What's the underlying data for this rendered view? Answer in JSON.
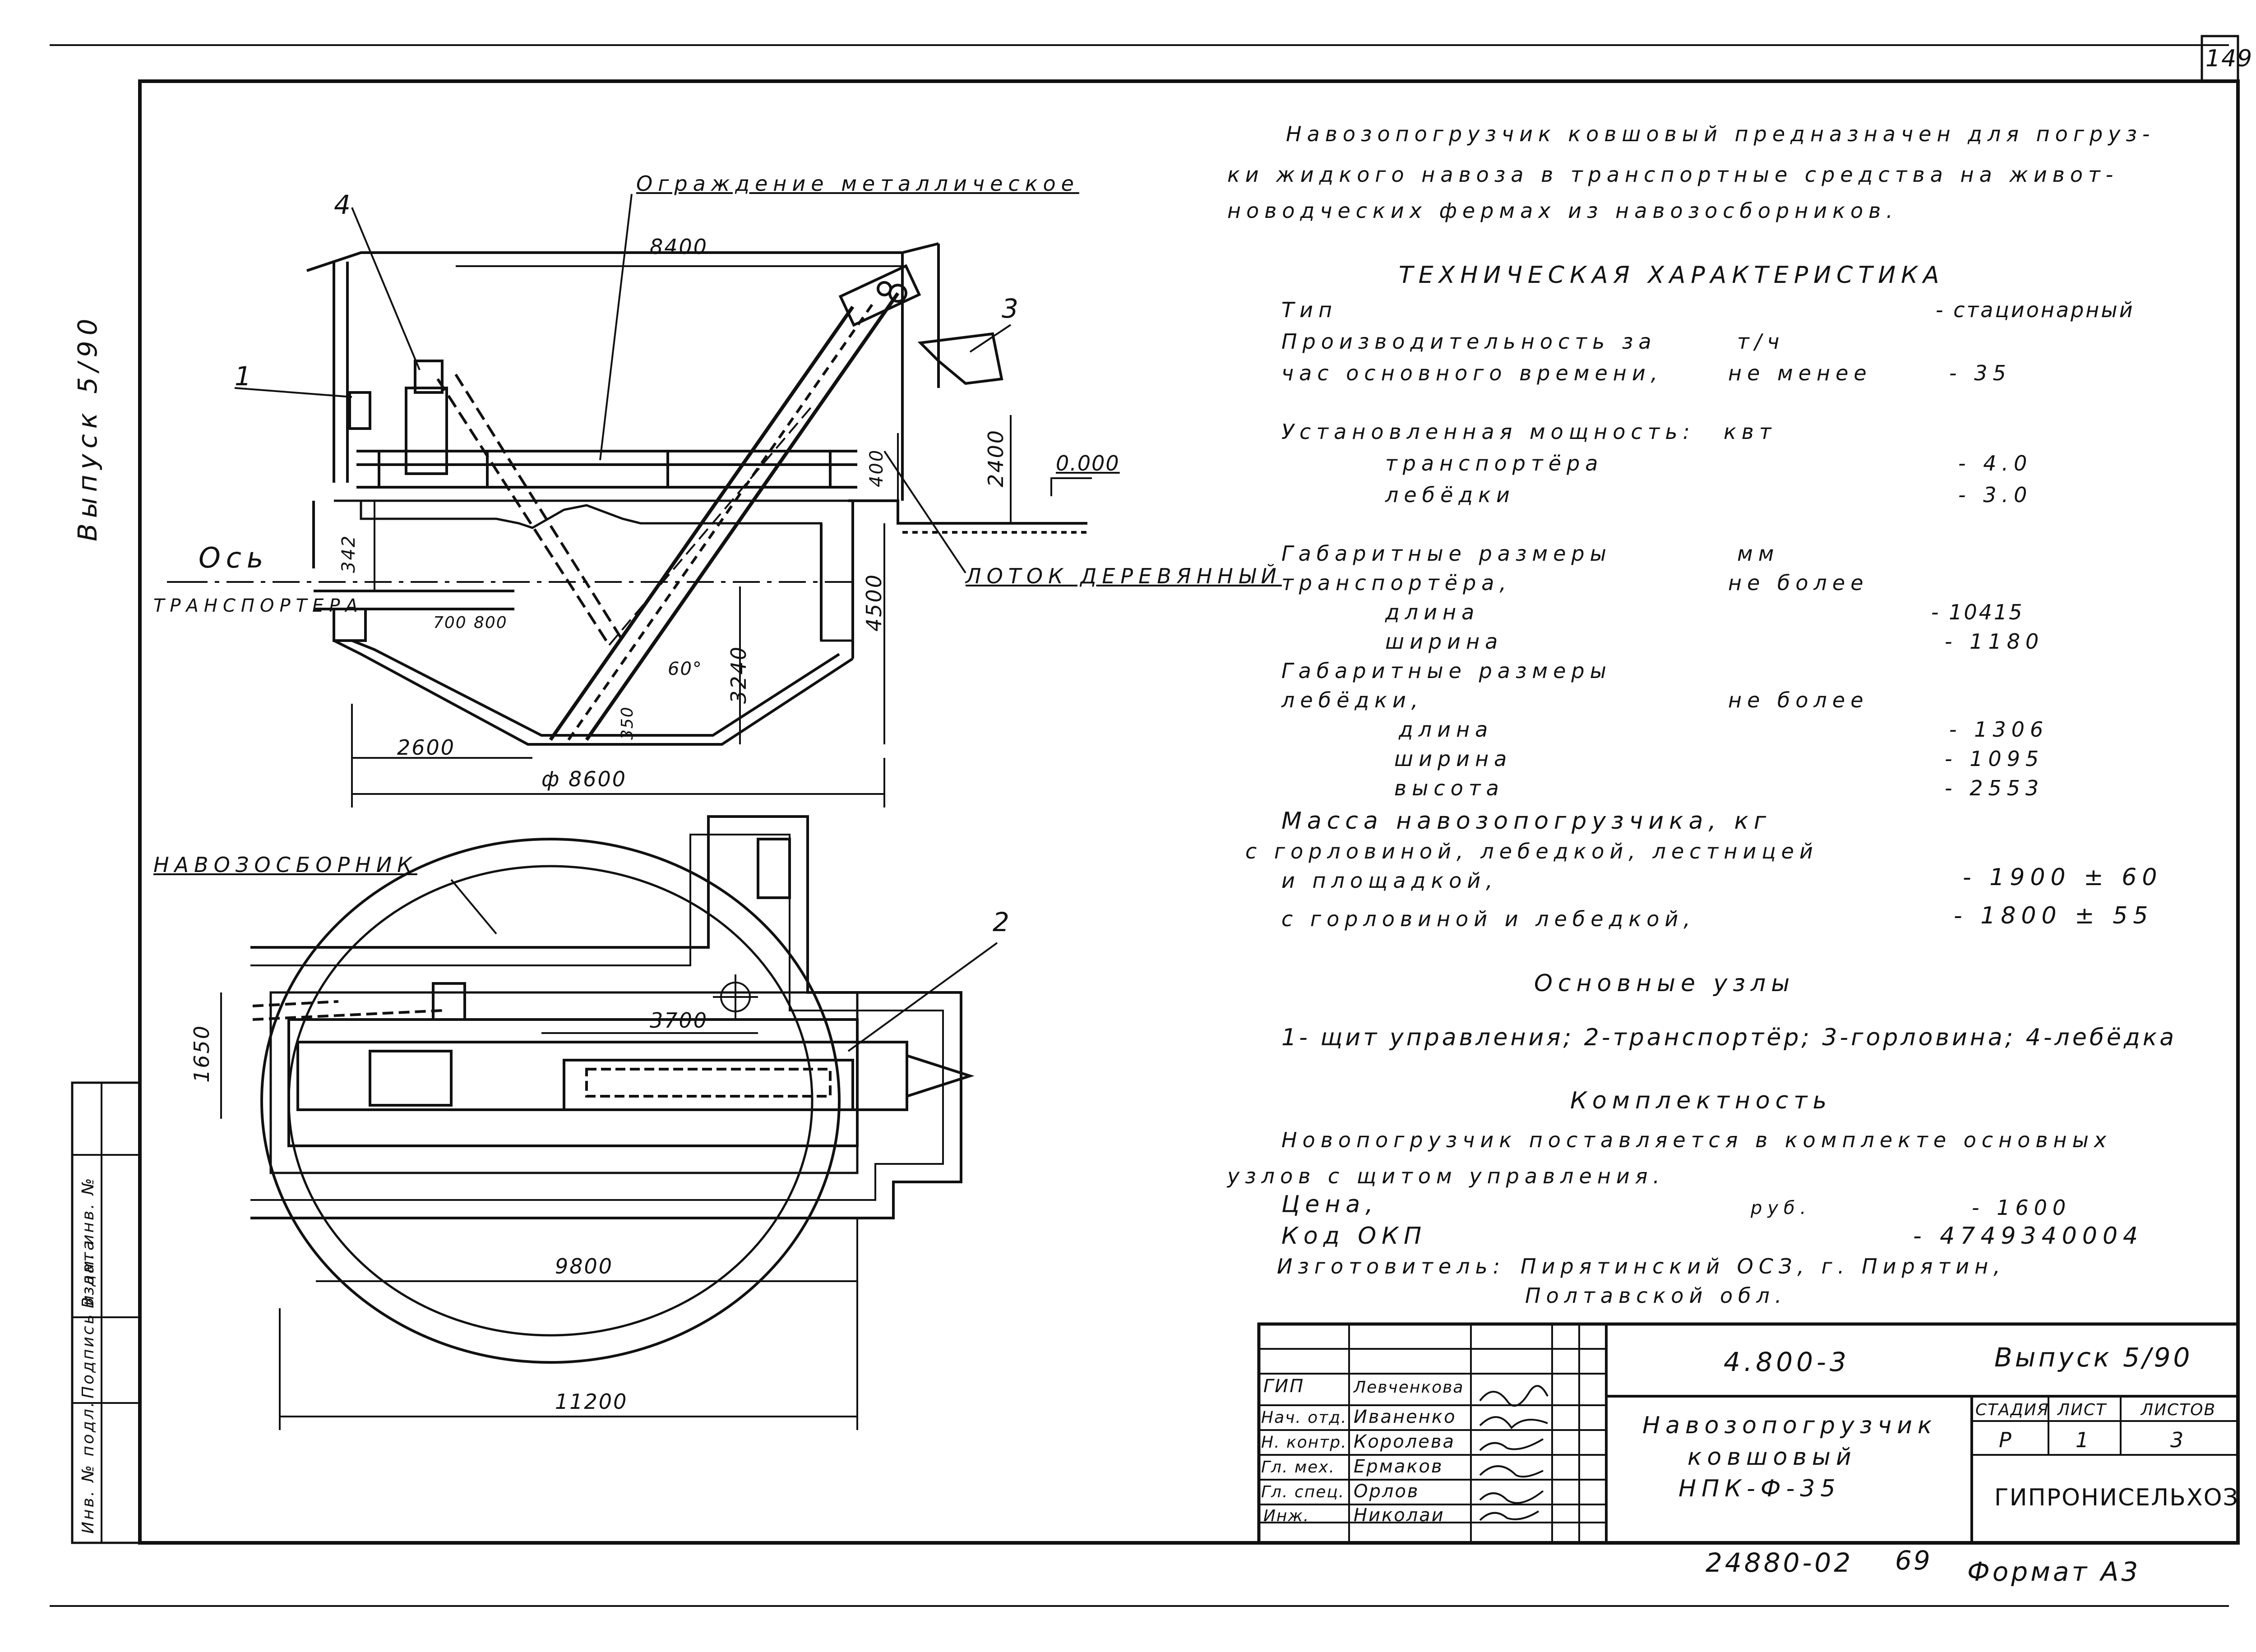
{
  "sheet_number": "149",
  "side_issue_label": "Выпуск 5/90",
  "left_stamp": {
    "cells": [
      "Инв. № подл.",
      "Подпись и дата",
      "Взам. инв. №"
    ]
  },
  "drawing_labels": {
    "fence": "Ограждение металлическое",
    "axis": "Ось",
    "conveyor": "транспортера",
    "chute": "Лоток деревянный",
    "tank": "Навозосборник",
    "zero_mark": "0.000",
    "callouts": [
      "1",
      "2",
      "3",
      "4"
    ],
    "dims_top": [
      "8400",
      "2400",
      "400",
      "342",
      "4500",
      "700",
      "800",
      "3240",
      "60°",
      "350",
      "2600",
      "ф 8600"
    ],
    "dims_plan": [
      "3700",
      "1650",
      "9800",
      "11200"
    ]
  },
  "description": {
    "intro": [
      "Навозопогрузчик ковшовый предназначен для погруз-",
      "ки жидкого навоза в транспортные средства на живот-",
      "новодческих фермах из навозосборников."
    ],
    "tech_title": "Техническая характеристика",
    "rows": [
      {
        "label": "Тип",
        "unit": "",
        "value": "- стационарный"
      },
      {
        "label": "Производительность за",
        "unit": "т/ч",
        "value": ""
      },
      {
        "label": "час основного времени,",
        "unit": "не менее",
        "value": "- 35"
      },
      {
        "label": "Установленная мощность:",
        "unit": "квт",
        "value": ""
      },
      {
        "label": "транспортёра",
        "unit": "",
        "value": "- 4.0"
      },
      {
        "label": "лебёдки",
        "unit": "",
        "value": "- 3.0"
      },
      {
        "label": "Габаритные размеры",
        "unit": "мм",
        "value": ""
      },
      {
        "label": "транспортёра,",
        "unit": "не более",
        "value": ""
      },
      {
        "label": "длина",
        "unit": "",
        "value": "- 10415"
      },
      {
        "label": "ширина",
        "unit": "",
        "value": "- 1180"
      },
      {
        "label": "Габаритные размеры",
        "unit": "",
        "value": ""
      },
      {
        "label": "лебёдки,",
        "unit": "не более",
        "value": ""
      },
      {
        "label": "длина",
        "unit": "",
        "value": "- 1306"
      },
      {
        "label": "ширина",
        "unit": "",
        "value": "- 1095"
      },
      {
        "label": "высота",
        "unit": "",
        "value": "- 2553"
      },
      {
        "label": "Масса навозопогрузчика, кг",
        "unit": "",
        "value": ""
      },
      {
        "label": "с горловиной, лебедкой, лестницей",
        "unit": "",
        "value": ""
      },
      {
        "label": "и площадкой,",
        "unit": "",
        "value": "- 1900 ± 60"
      },
      {
        "label": "с горловиной и лебедкой,",
        "unit": "",
        "value": "- 1800 ± 55"
      }
    ],
    "units_title": "Основные узлы",
    "units_text": "1- щит управления; 2-транспортёр; 3-горловина; 4-лебёдка",
    "kit_title": "Комплектность",
    "kit_text": [
      "Новопогрузчик поставляется в комплекте основных",
      "узлов с щитом управления."
    ],
    "price_label": "Цена,",
    "price_unit": "руб.",
    "price_value": "- 1600",
    "okp_label": "Код ОКП",
    "okp_value": "- 4749340004",
    "maker_label": "Изготовитель:",
    "maker_value": "Пирятинский ОСЗ, г. Пирятин,",
    "maker_value2": "Полтавской обл."
  },
  "title_block": {
    "doc_code": "4.800-3",
    "issue": "Выпуск 5/90",
    "name_lines": [
      "Навозопогрузчик",
      "ковшовый",
      "НПК-Ф-35"
    ],
    "stage_header": [
      "Стадия",
      "Лист",
      "Листов"
    ],
    "stage_values": [
      "Р",
      "1",
      "3"
    ],
    "org": "ГИПРОНИСЕЛЬХОЗ",
    "people": [
      {
        "role": "ГИП",
        "name": "Левченкова"
      },
      {
        "role": "Нач. отд.",
        "name": "Иваненко"
      },
      {
        "role": "Н. контр.",
        "name": "Королева"
      },
      {
        "role": "Гл. мех.",
        "name": "Ермаков"
      },
      {
        "role": "Гл. спец.",
        "name": "Орлов"
      },
      {
        "role": "Инж.",
        "name": "Николаи"
      }
    ]
  },
  "footer": {
    "archive_no": "24880-02",
    "archive_page": "69",
    "format": "Формат А3"
  }
}
